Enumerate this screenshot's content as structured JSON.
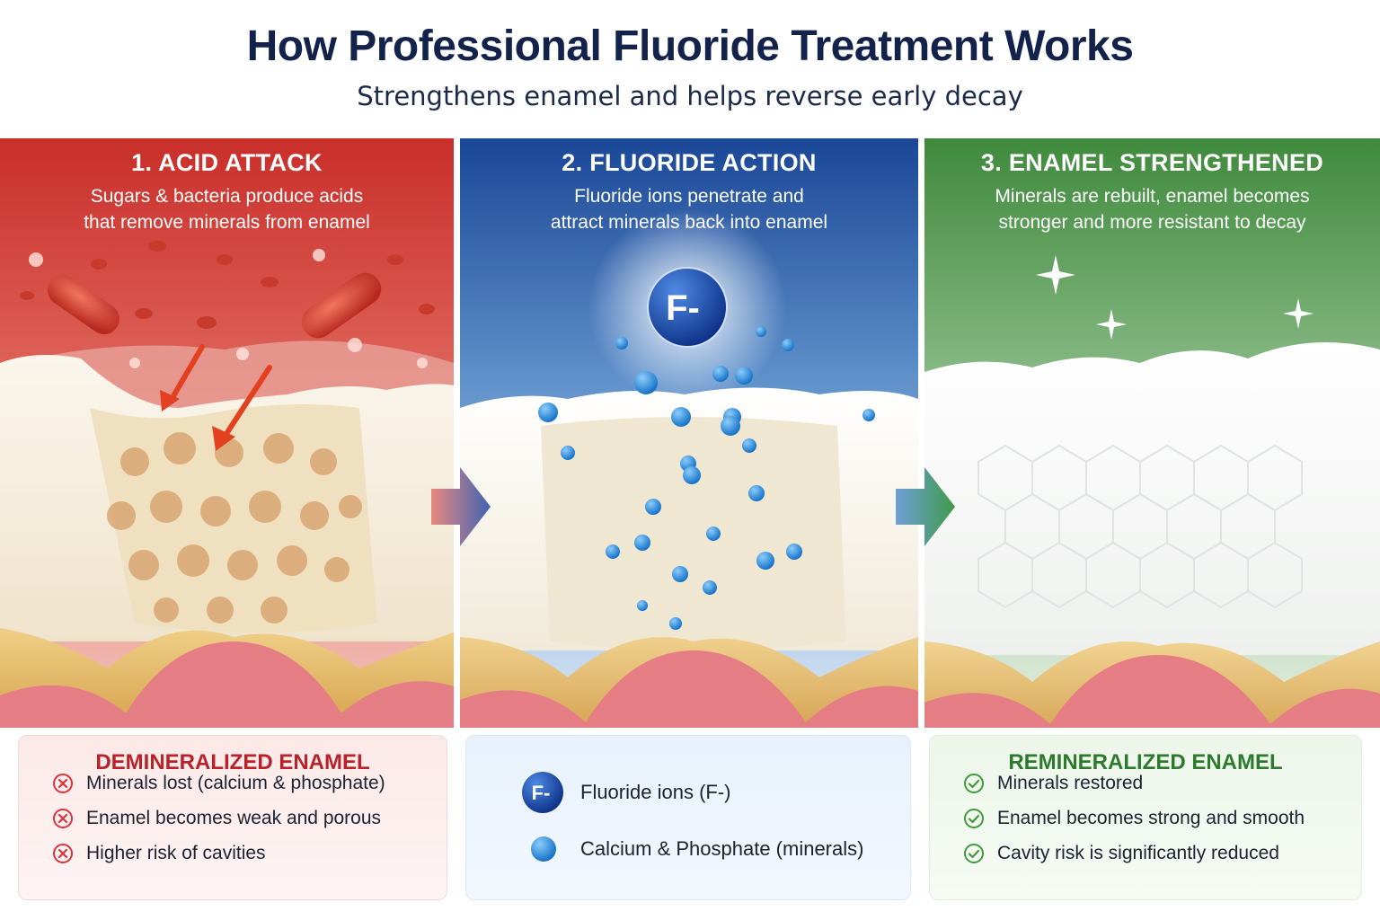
{
  "header": {
    "title": "How Professional Fluoride Treatment Works",
    "subtitle": "Strengthens enamel and helps reverse early decay"
  },
  "panels": [
    {
      "title": "1. ACID ATTACK",
      "desc_line1": "Sugars & bacteria produce acids",
      "desc_line2": "that remove minerals from enamel",
      "color": "#c92e2a"
    },
    {
      "title": "2. FLUORIDE ACTION",
      "desc_line1": "Fluoride ions penetrate and",
      "desc_line2": "attract minerals back into enamel",
      "ion_label": "F-",
      "color": "#1c4fa0"
    },
    {
      "title": "3. ENAMEL STRENGTHENED",
      "desc_line1": "Minerals are rebuilt, enamel becomes",
      "desc_line2": "stronger and more resistant to decay",
      "color": "#3f8a3c"
    }
  ],
  "cards": {
    "demineralized": {
      "title": "DEMINERALIZED ENAMEL",
      "items": [
        "Minerals lost (calcium & phosphate)",
        "Enamel becomes weak and porous",
        "Higher risk of cavities"
      ],
      "icon": "x-circle-icon",
      "color": "#d9343a"
    },
    "legend": {
      "fluoride_badge": "F-",
      "fluoride_label": "Fluoride ions (F-)",
      "minerals_label": "Calcium & Phosphate (minerals)"
    },
    "remineralized": {
      "title": "REMINERALIZED ENAMEL",
      "items": [
        "Minerals restored",
        "Enamel becomes strong and smooth",
        "Cavity risk is significantly reduced"
      ],
      "icon": "check-circle-icon",
      "color": "#3f9a3a"
    }
  }
}
